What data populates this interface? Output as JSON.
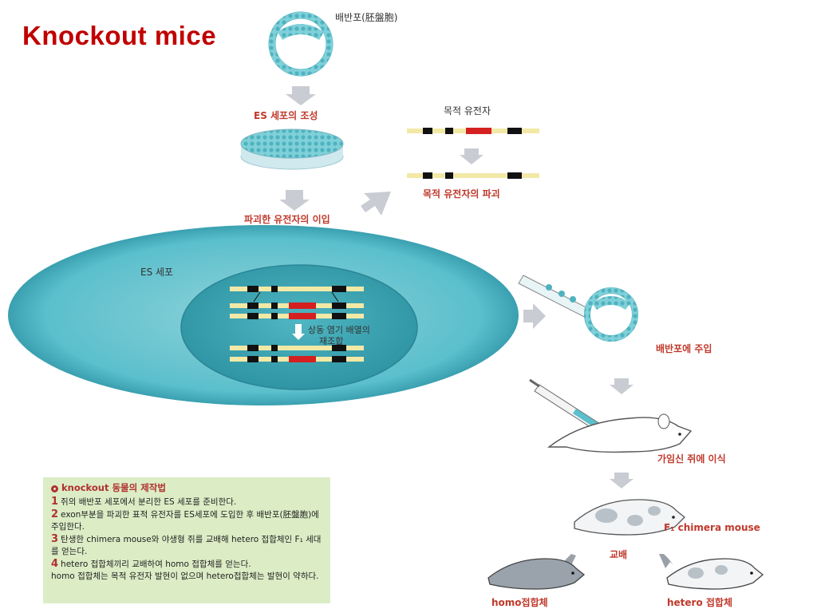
{
  "title": "Knockout mice",
  "labels": {
    "blastocyst": "배반포(胚盤胞)",
    "es_formation": "ES 세포의 조성",
    "target_gene": "목적 유전자",
    "target_gene_disruption": "목적 유전자의 파괴",
    "transfer_disrupted_gene": "파괴한 유전자의 이입",
    "es_cell": "ES 세포",
    "recombination_line1": "상동 염기 배열의",
    "recombination_line2": "재조합",
    "inject_blastocyst": "배반포에 주입",
    "transfer_pregnant": "가임신 쥐에 이식",
    "f1_chimera": "F₁ chimera mouse",
    "cross": "교배",
    "homo": "homo접합체",
    "hetero": "hetero 접합체"
  },
  "steps_box": {
    "heading": "knockout 동물의 제작법",
    "steps": [
      {
        "num": "1",
        "text": "쥐의 배반포 세포에서 분리한 ES 세포를 준비한다."
      },
      {
        "num": "2",
        "text": "exon부분을 파괴한 표적 유전자를 ES세포에 도입한 후 배반포(胚盤胞)에 주입한다."
      },
      {
        "num": "3",
        "text": "탄생한 chimera mouse와 야생형 쥐를 교배해 hetero 접합체인 F₁ 세대를 얻는다."
      },
      {
        "num": "4",
        "text": "hetero 접합체끼리 교배하여 homo 접합체를 얻는다."
      }
    ],
    "note": "homo 접합체는 목적 유전자 발현이 없으며 hetero접합체는 발현이 약하다."
  },
  "colors": {
    "title": "#c00000",
    "cell_outer": "#5bbfcc",
    "cell_inner": "#3fa4b2",
    "gene_red": "#d42020",
    "gene_bar": "#f2e9a6",
    "arrow_gray": "#c9ccd2",
    "box_bg": "#dcedc6"
  }
}
